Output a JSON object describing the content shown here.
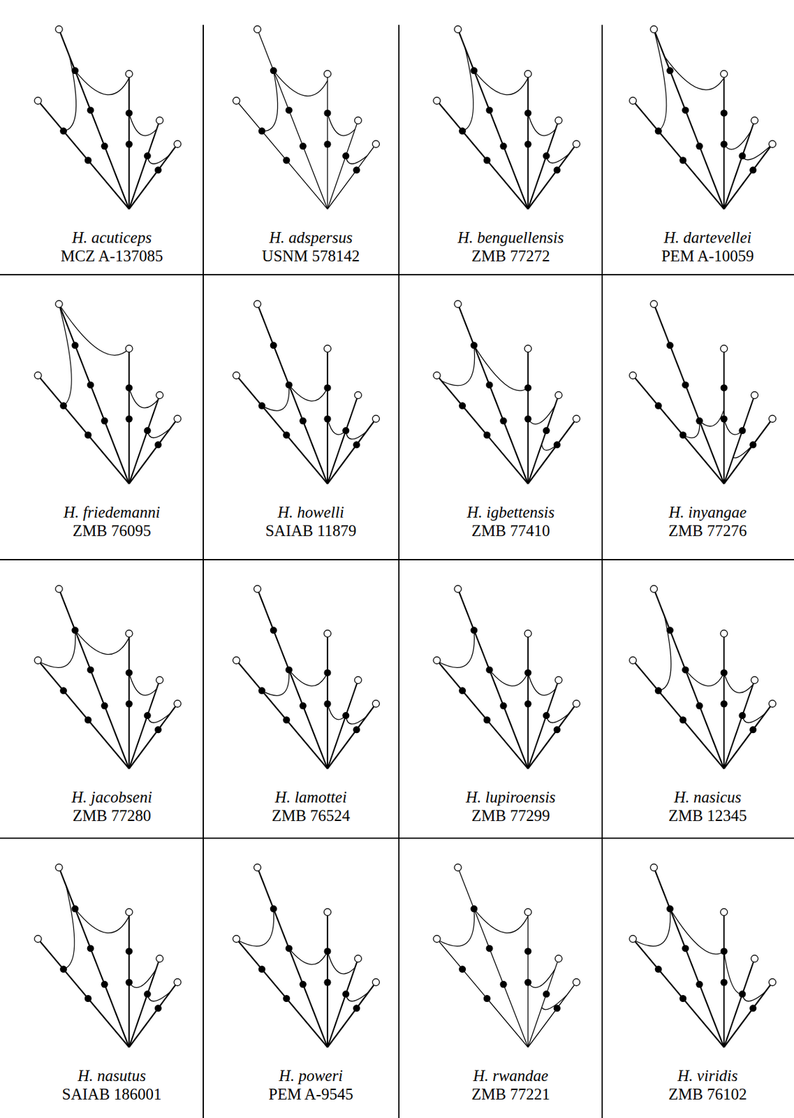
{
  "diagram": {
    "labels": [
      "H. acuticeps",
      "MCZ A-137085",
      "H. adspersus",
      "USNM 578142",
      "H. benguellensis",
      "ZMB 77272",
      "H. dartevellei",
      "PEM A-10059",
      "H. friedemanni",
      "ZMB 76095",
      "H. howelli",
      "SAIAB 11879",
      "H. igbettensis",
      "ZMB 77410",
      "H. inyangae",
      "ZMB 77276",
      "H. jacobseni",
      "ZMB 77280",
      "H. lamottei",
      "ZMB 76524",
      "H. lupiroensis",
      "ZMB 77299",
      "H. nasicus",
      "ZMB 12345",
      "H. nasutus",
      "SAIAB 186001",
      "H. poweri",
      "PEM A-9545",
      "H. rwandae",
      "ZMB 77221",
      "H. viridis",
      "ZMB 76102"
    ]
  }
}
